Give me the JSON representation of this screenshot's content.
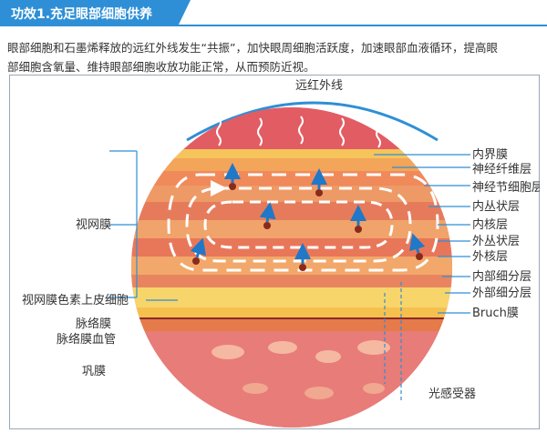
{
  "header": {
    "title": "功效1.充足眼部细胞供养",
    "accent": "#2e8fd6"
  },
  "paragraph": {
    "line1": "眼部细胞和石墨烯释放的远红外线发生“共振”，加快眼周细胞活跃度，加速眼部血液循环，提高眼",
    "line2": "部细胞含氧量、维持眼部细胞收放功能正常，从而预防近视。"
  },
  "figure": {
    "top_label": "远红外线",
    "left_labels": {
      "retina": "视网膜",
      "rpe": "视网膜色素上皮细胞",
      "choroid": "脉络膜",
      "choroid_vessels": "脉络膜血管",
      "sclera": "巩膜"
    },
    "right_labels": {
      "ilm": "内界膜",
      "nfl": "神经纤维层",
      "gcl": "神经节细胞层",
      "ipl": "内丛状层",
      "inl": "内核层",
      "opl": "外丛状层",
      "onl": "外核层",
      "inner_seg": "内部细分层",
      "outer_seg": "外部细分层",
      "bruch": "Bruch膜"
    },
    "bottom_label": "光感受器"
  }
}
